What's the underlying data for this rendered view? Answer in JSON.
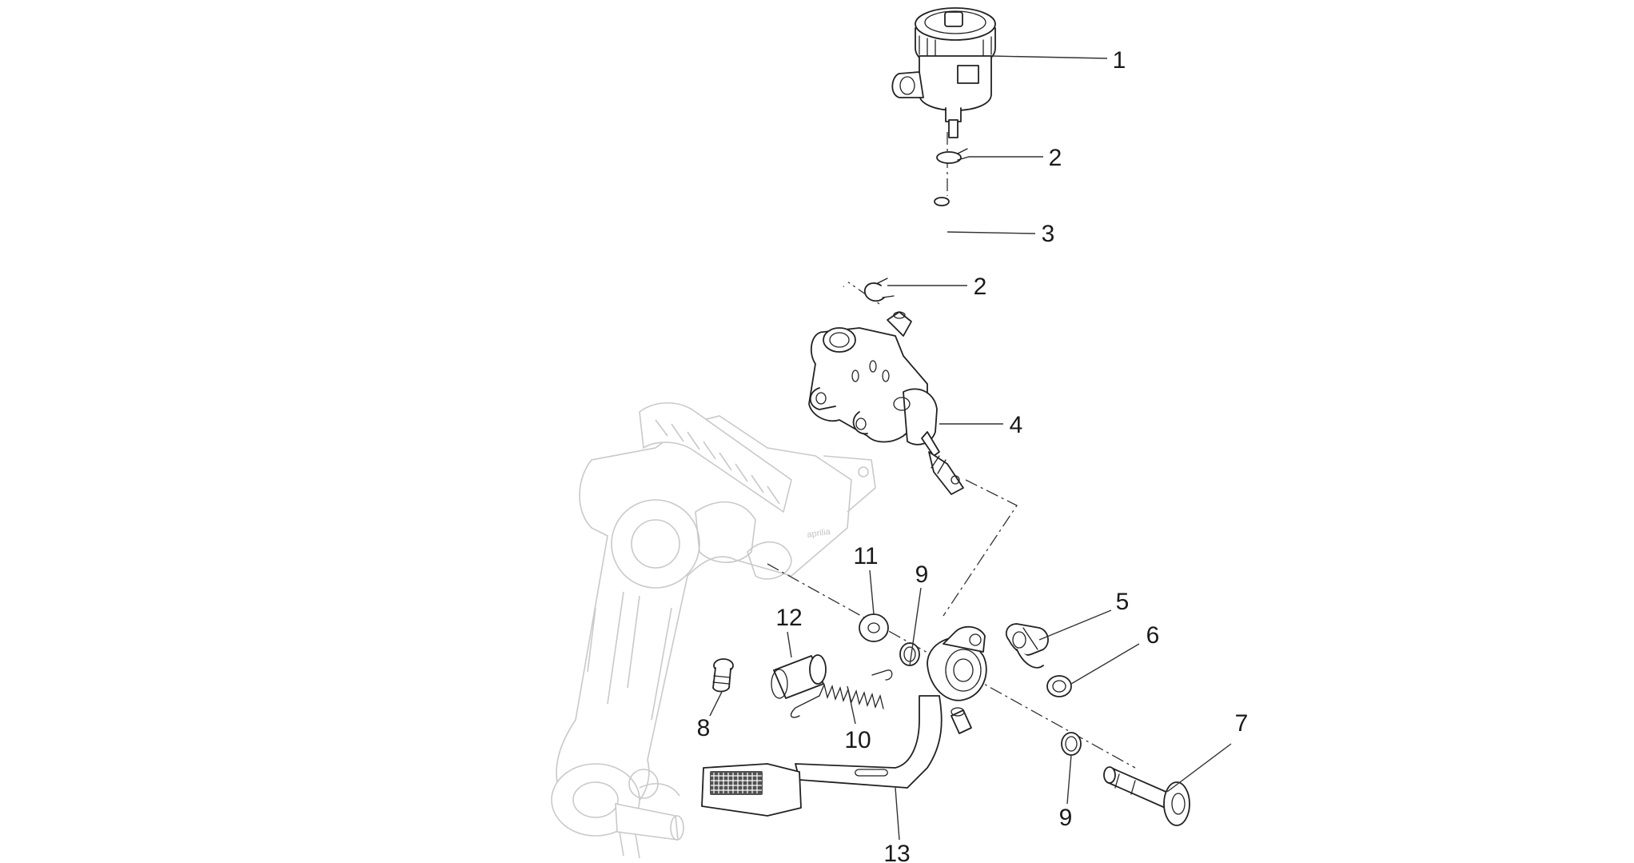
{
  "diagram": {
    "callouts": [
      {
        "id": "c1",
        "number": "1"
      },
      {
        "id": "c2a",
        "number": "2"
      },
      {
        "id": "c3",
        "number": "3"
      },
      {
        "id": "c2b",
        "number": "2"
      },
      {
        "id": "c4",
        "number": "4"
      },
      {
        "id": "c5",
        "number": "5"
      },
      {
        "id": "c6",
        "number": "6"
      },
      {
        "id": "c7",
        "number": "7"
      },
      {
        "id": "c8",
        "number": "8"
      },
      {
        "id": "c9a",
        "number": "9"
      },
      {
        "id": "c9b",
        "number": "9"
      },
      {
        "id": "c10",
        "number": "10"
      },
      {
        "id": "c11",
        "number": "11"
      },
      {
        "id": "c12",
        "number": "12"
      },
      {
        "id": "c13",
        "number": "13"
      }
    ],
    "bracket_marking": "aprilia"
  }
}
